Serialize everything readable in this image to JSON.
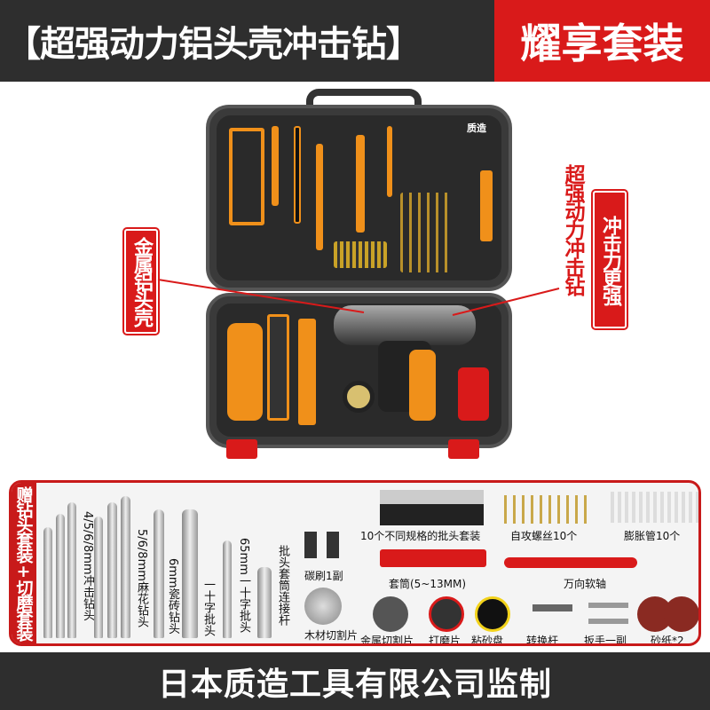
{
  "header": {
    "title": "【超强动力铝头壳冲击钻】",
    "badge": "耀享套装"
  },
  "case": {
    "logo_text": "质造"
  },
  "callouts": {
    "left": "金属铝头壳",
    "center": "超强动力冲击钻",
    "right": "冲击力更强"
  },
  "gift_panel": {
    "tag": "赠钻头套装+切磨套装",
    "items": [
      {
        "label": "4/5/6/8mm冲击钻头"
      },
      {
        "label": "5/6/8mm麻花钻头"
      },
      {
        "label": "6mm瓷砖钻头"
      },
      {
        "label": "一十字批头"
      },
      {
        "label": "65mm一十字批头"
      },
      {
        "label": "批头套筒连接杆"
      },
      {
        "label": "碳刷1副"
      },
      {
        "label": "木材切割片"
      },
      {
        "label": "10个不同规格的批头套装"
      },
      {
        "label": "自攻螺丝10个"
      },
      {
        "label": "膨胀管10个"
      },
      {
        "label": "套筒(5~13MM)"
      },
      {
        "label": "万向软轴"
      },
      {
        "label": "金属切割片"
      },
      {
        "label": "打磨片"
      },
      {
        "label": "粘砂盘"
      },
      {
        "label": "转换杆"
      },
      {
        "label": "扳手一副"
      },
      {
        "label": "砂纸*2"
      }
    ]
  },
  "footer": {
    "text": "日本质造工具有限公司监制"
  },
  "colors": {
    "red": "#d91a1a",
    "dark": "#2e2e2e",
    "orange": "#f0901a"
  }
}
